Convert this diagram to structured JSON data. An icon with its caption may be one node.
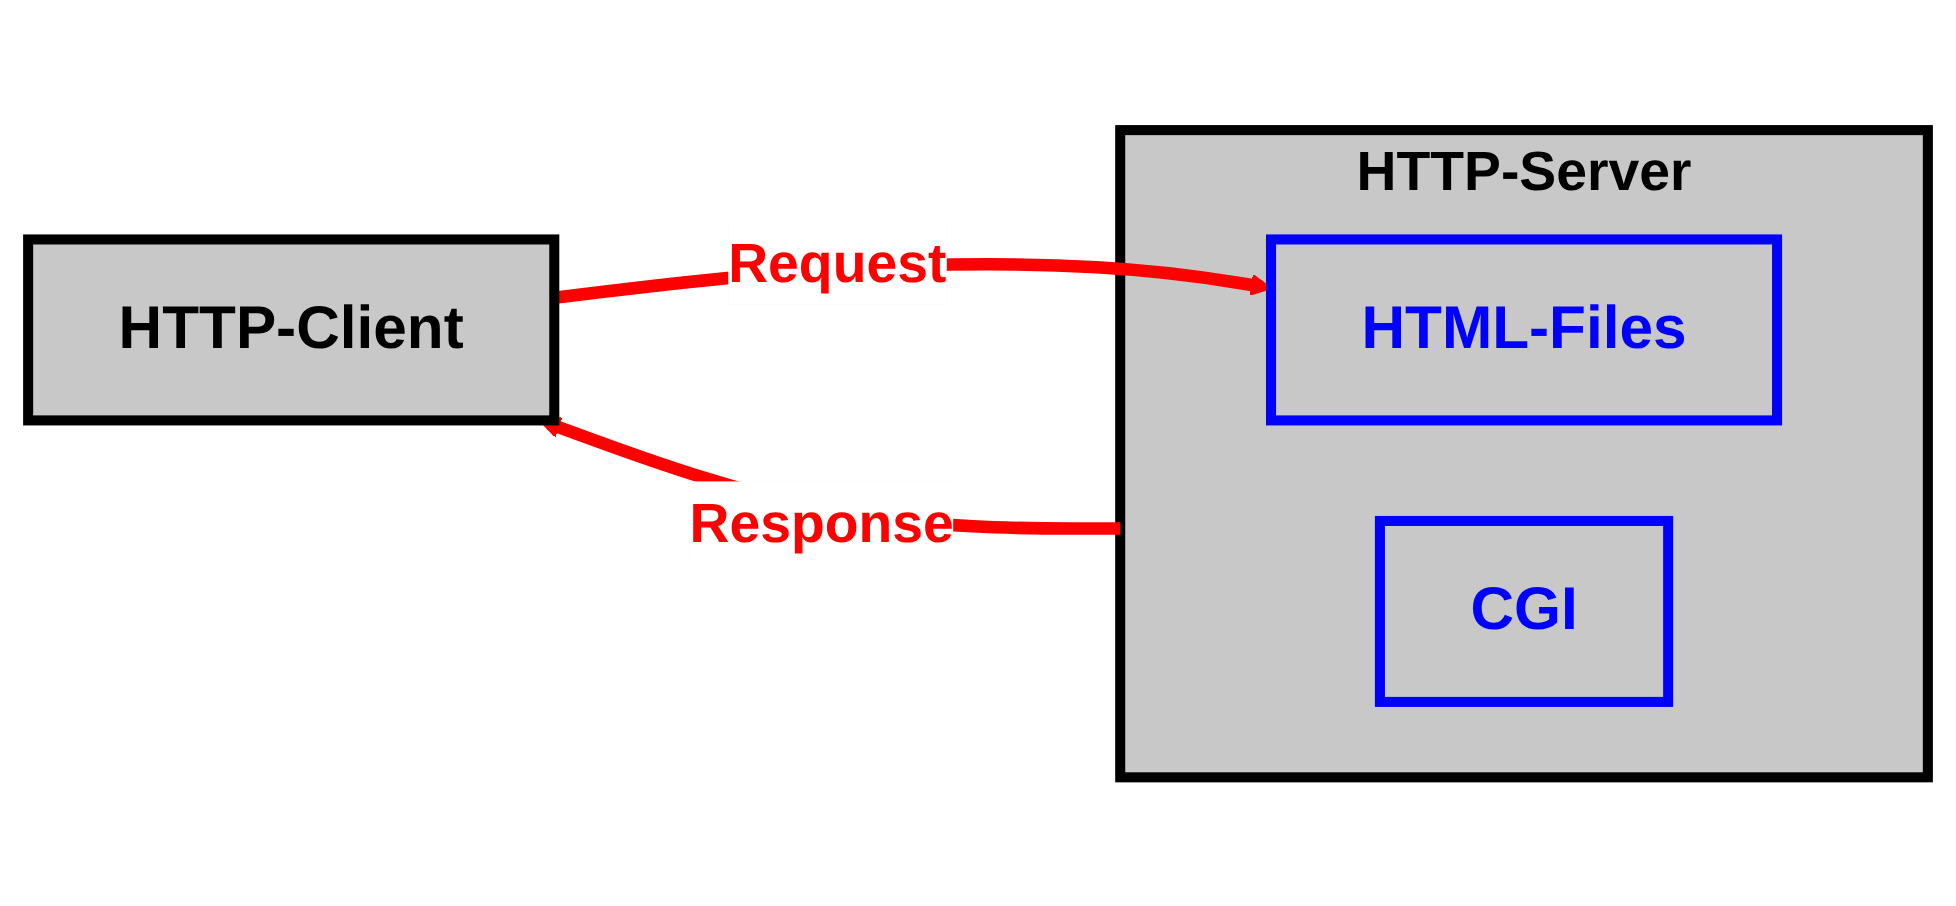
{
  "diagram": {
    "nodes": [
      {
        "text": [
          "HTTP-Client"
        ]
      },
      {
        "text": [
          "HTTP-Server"
        ]
      },
      {
        "text": [
          "HTML-Files"
        ],
        "in": 1
      },
      {
        "text": [
          "CGI"
        ],
        "in": 1
      }
    ],
    "edges": [
      {
        "from": 0,
        "to": 2,
        "arrow": "to",
        "label": "Request"
      },
      {
        "from": 1,
        "to": 0,
        "arrow": "to",
        "label": "Response"
      }
    ]
  }
}
